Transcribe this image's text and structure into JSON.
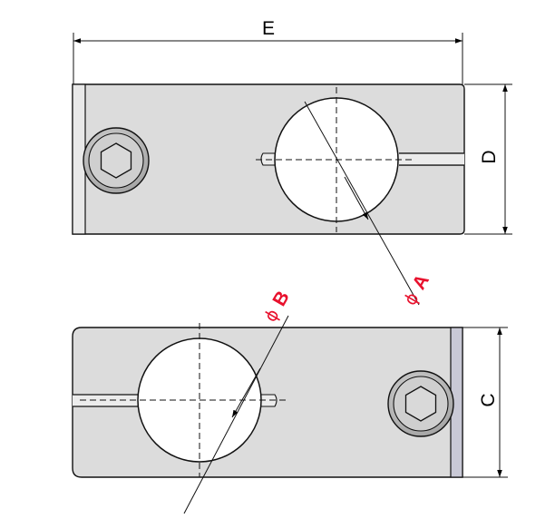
{
  "drawing": {
    "labels": {
      "length": "E",
      "height": "D",
      "clamp_height": "C",
      "bore_a_symbol": "ϕ",
      "bore_a_letter": "A",
      "bore_b_symbol": "ϕ",
      "bore_b_letter": "B"
    },
    "colors": {
      "body_fill": "#dcdcdc",
      "line": "#111111",
      "annotation": "#e8112d"
    },
    "icons": [
      "hex-socket-screw-icon",
      "hex-socket-screw-icon"
    ]
  }
}
